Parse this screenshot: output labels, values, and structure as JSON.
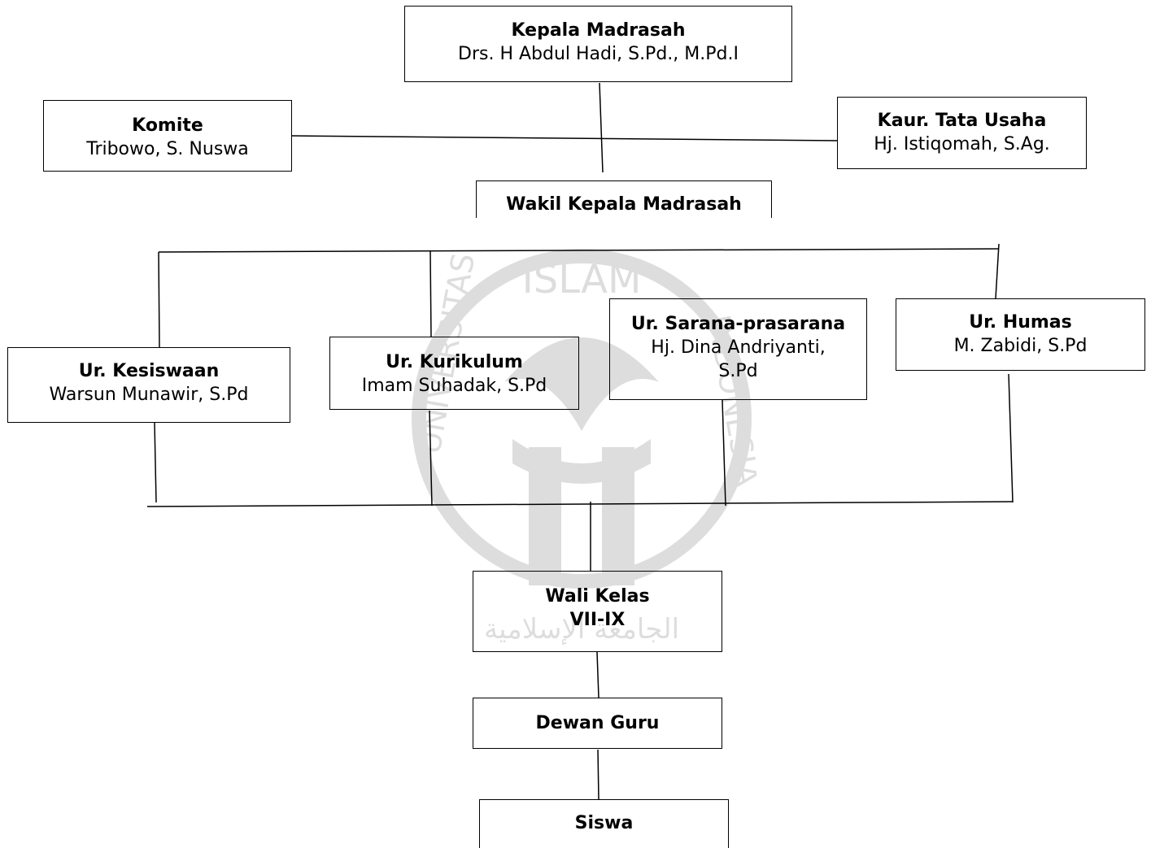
{
  "watermark": {
    "top_text": "ISLAM",
    "left_text": "UNIVERSITAS",
    "right_text": "INDONESIA",
    "bottom_text": "الجامعة الإسلامية"
  },
  "nodes": {
    "kepala": {
      "title": "Kepala Madrasah",
      "name": "Drs. H Abdul Hadi, S.Pd., M.Pd.I"
    },
    "komite": {
      "title": "Komite",
      "name": "Tribowo, S. Nuswa"
    },
    "kaur_tu": {
      "title": "Kaur. Tata Usaha",
      "name": "Hj. Istiqomah, S.Ag."
    },
    "wakil": {
      "title": "Wakil Kepala Madrasah"
    },
    "kesiswaan": {
      "title": "Ur. Kesiswaan",
      "name": "Warsun Munawir, S.Pd"
    },
    "kurikulum": {
      "title": "Ur. Kurikulum",
      "name": "Imam Suhadak, S.Pd"
    },
    "sarpras": {
      "title": "Ur. Sarana-prasarana",
      "name_line1": "Hj. Dina Andriyanti,",
      "name_line2": "S.Pd"
    },
    "humas": {
      "title": "Ur. Humas",
      "name": "M. Zabidi, S.Pd"
    },
    "wali_kelas": {
      "title_line1": "Wali Kelas",
      "title_line2": "VII-IX"
    },
    "dewan_guru": {
      "title": "Dewan Guru"
    },
    "siswa": {
      "title": "Siswa"
    }
  }
}
